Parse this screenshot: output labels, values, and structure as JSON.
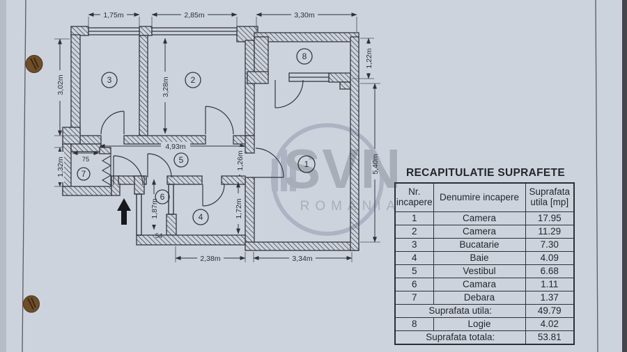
{
  "plan": {
    "rooms": {
      "camera1": "1",
      "camera2": "2",
      "bucatarie": "3",
      "baie": "4",
      "vestibul": "5",
      "camara": "6",
      "debara": "7",
      "logie": "8"
    },
    "dims": {
      "top1": "1,75m",
      "top2": "2,85m",
      "top3": "3,30m",
      "left1": "3,02m",
      "left2": "1,32m",
      "camera2_h": "3,28m",
      "vestibul_w": "4,93m",
      "door_h": "1,26m",
      "camara_h": "1,87m",
      "baie_h": "1,72m",
      "debara_w": "75",
      "camara_w": "54",
      "logie_h": "1,22m",
      "camera1_h": "5,40m",
      "bottom1": "2,38m",
      "bottom2": "3,34m"
    }
  },
  "watermark": {
    "brand": "SVN",
    "country": "ROMANIA"
  },
  "table": {
    "title": "RECAPITULATIE SUPRAFETE",
    "headers": {
      "nr": "Nr. incapere",
      "name": "Denumire incapere",
      "area": "Suprafata utila [mp]"
    },
    "rows": [
      {
        "nr": "1",
        "name": "Camera",
        "area": "17.95"
      },
      {
        "nr": "2",
        "name": "Camera",
        "area": "11.29"
      },
      {
        "nr": "3",
        "name": "Bucatarie",
        "area": "7.30"
      },
      {
        "nr": "4",
        "name": "Baie",
        "area": "4.09"
      },
      {
        "nr": "5",
        "name": "Vestibul",
        "area": "6.68"
      },
      {
        "nr": "6",
        "name": "Camara",
        "area": "1.11"
      },
      {
        "nr": "7",
        "name": "Debara",
        "area": "1.37"
      }
    ],
    "subtotal": {
      "label": "Suprafata utila:",
      "value": "49.79"
    },
    "extra_row": {
      "nr": "8",
      "name": "Logie",
      "area": "4.02"
    },
    "total": {
      "label": "Suprafata totala:",
      "value": "53.81"
    }
  }
}
